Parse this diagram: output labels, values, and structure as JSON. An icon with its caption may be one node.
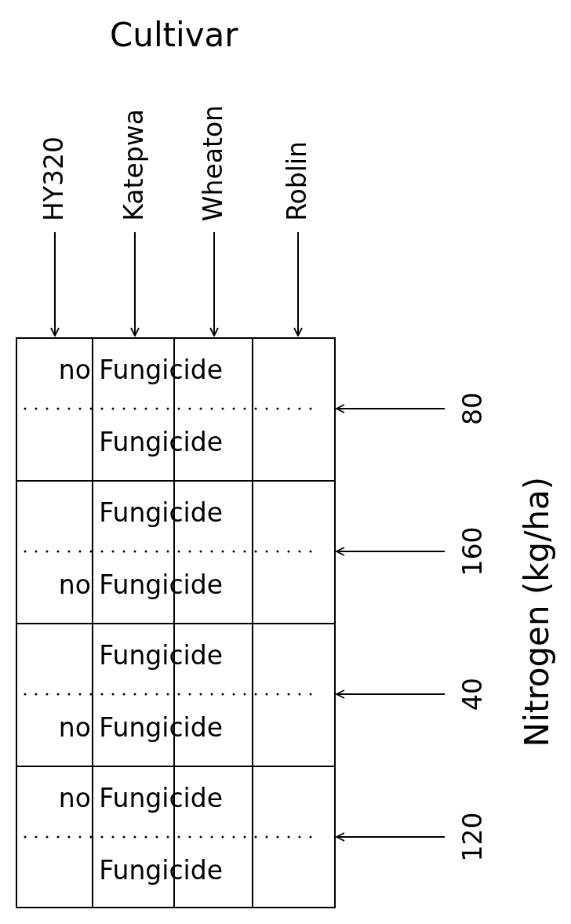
{
  "diagram": {
    "title": "Cultivar",
    "nodes": [
      {
        "text": [
          "HY320"
        ]
      },
      {
        "text": [
          "Katepwa"
        ]
      },
      {
        "text": [
          "Wheaton"
        ]
      },
      {
        "text": [
          "Roblin"
        ]
      },
      {
        "text": [],
        "shape": "box"
      },
      {
        "text": [
          "no Fungicide",
          "Fungicide"
        ],
        "in": 4
      },
      {
        "text": [
          "Fungicide",
          "no Fungicide"
        ],
        "in": 4
      },
      {
        "text": [
          "Fungicide",
          "no Fungicide"
        ],
        "in": 4
      },
      {
        "text": [
          "no Fungicide",
          "Fungicide"
        ],
        "in": 4
      },
      {
        "text": [
          "80"
        ]
      },
      {
        "text": [
          "160"
        ]
      },
      {
        "text": [
          "40"
        ]
      },
      {
        "text": [
          "120"
        ]
      }
    ],
    "edges": [
      {
        "from": 0,
        "to": 4,
        "arrow": "to"
      },
      {
        "from": 1,
        "to": 4,
        "arrow": "to"
      },
      {
        "from": 2,
        "to": 4,
        "arrow": "to"
      },
      {
        "from": 3,
        "to": 4,
        "arrow": "to"
      },
      {
        "from": 9,
        "to": 5,
        "arrow": "to"
      },
      {
        "from": 10,
        "to": 6,
        "arrow": "to"
      },
      {
        "from": 11,
        "to": 7,
        "arrow": "to"
      },
      {
        "from": 12,
        "to": 8,
        "arrow": "to"
      }
    ],
    "labels": [
      "Nitrogen (kg/ha)"
    ]
  }
}
